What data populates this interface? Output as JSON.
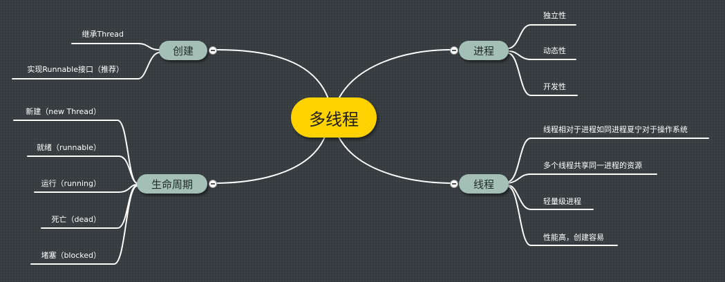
{
  "center": {
    "label": "多线程"
  },
  "branches": {
    "create": {
      "label": "创建",
      "leaves": [
        "继承Thread",
        "实现Runnable接口（推荐）"
      ]
    },
    "lifecycle": {
      "label": "生命周期",
      "leaves": [
        "新建（new Thread）",
        "就绪（runnable）",
        "运行（running）",
        "死亡（dead）",
        "堵塞（blocked）"
      ]
    },
    "process": {
      "label": "进程",
      "leaves": [
        "独立性",
        "动态性",
        "开发性"
      ]
    },
    "thread": {
      "label": "线程",
      "leaves": [
        "线程相对于进程如同进程夏宁对于操作系统",
        "多个线程共享同一进程的资源",
        "轻量级进程",
        "性能高，创建容易"
      ]
    }
  },
  "colors": {
    "background": "#353b3e",
    "center_fill": "#ffd200",
    "branch_fill": "#a3bfb6",
    "line": "#ffffff"
  },
  "icons": {
    "collapse": "collapse-minus-icon"
  }
}
